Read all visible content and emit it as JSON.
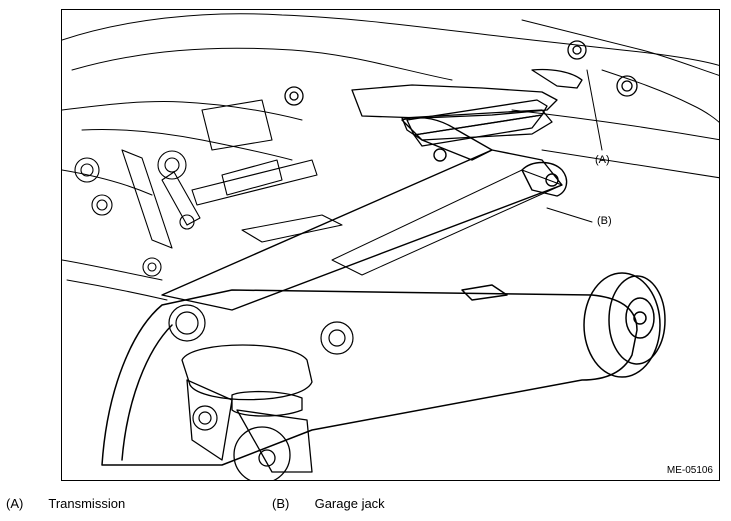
{
  "figure": {
    "code": "ME-05106",
    "callouts": [
      {
        "letter": "(A)"
      },
      {
        "letter": "(B)"
      }
    ]
  },
  "legend": [
    {
      "letter": "(A)",
      "text": "Transmission"
    },
    {
      "letter": "(B)",
      "text": "Garage jack"
    }
  ],
  "colors": {
    "line": "#000000",
    "background": "#ffffff"
  }
}
